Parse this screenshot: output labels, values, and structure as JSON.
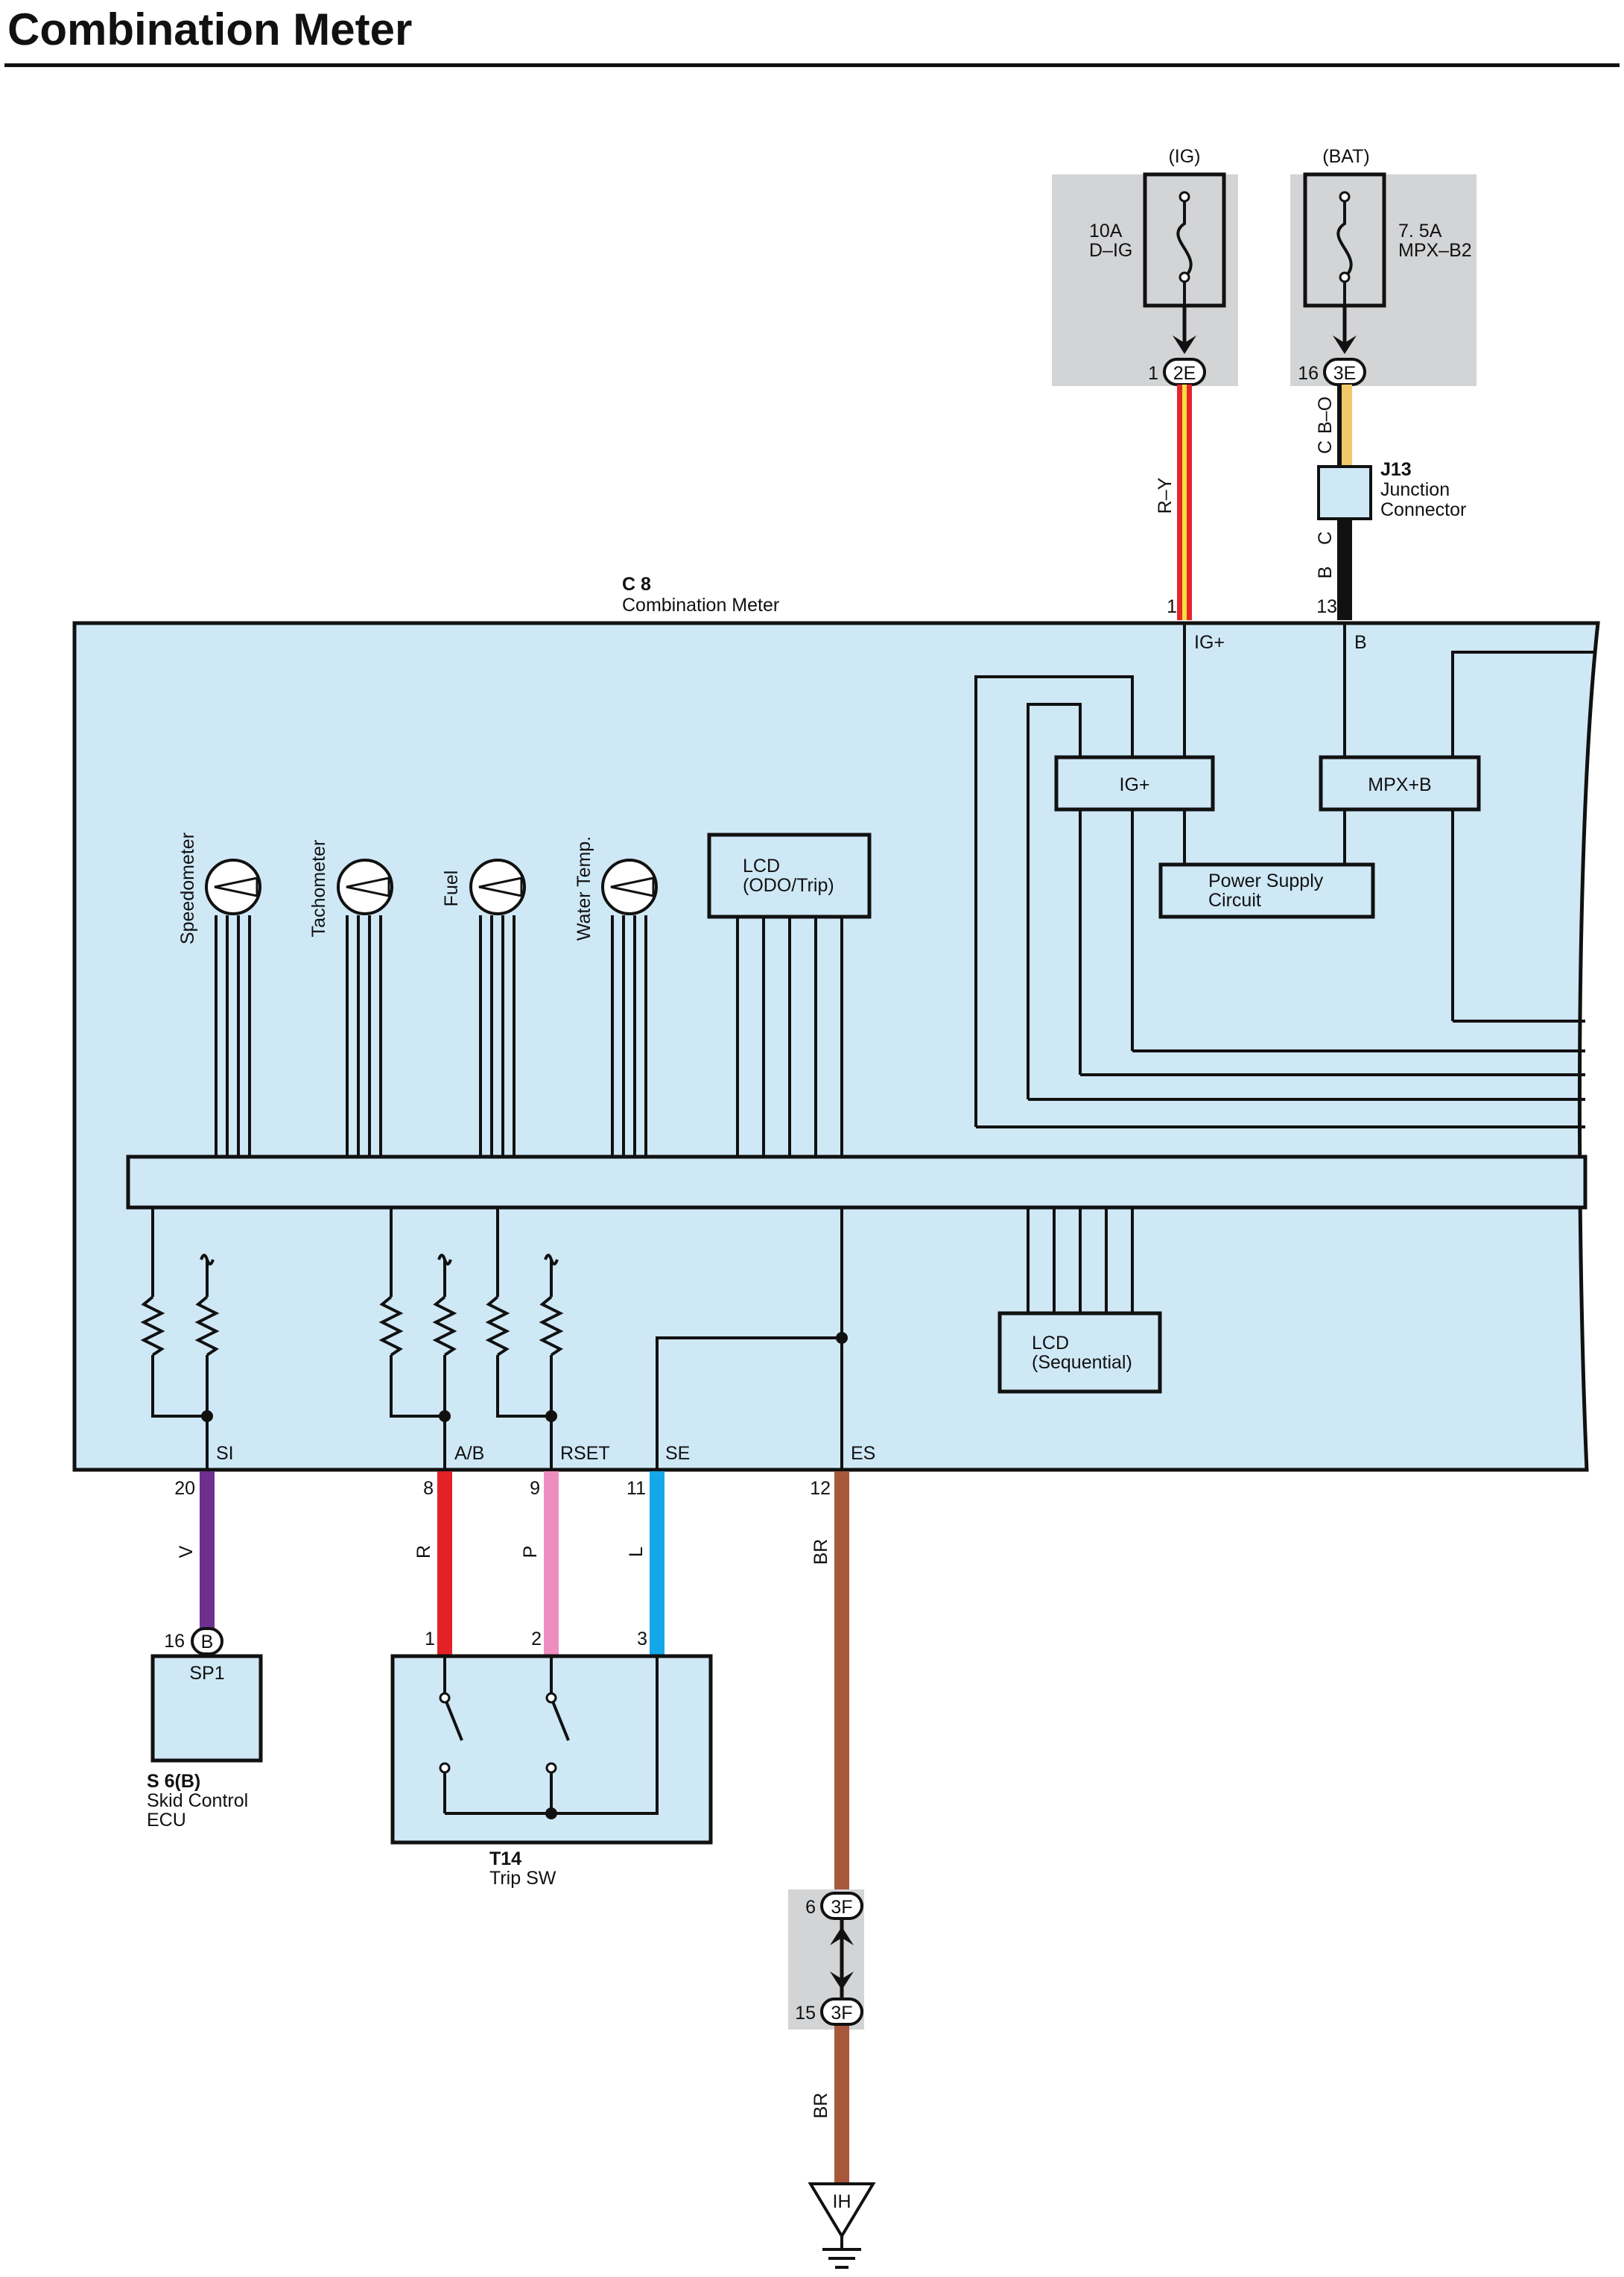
{
  "title": "Combination Meter",
  "colors": {
    "meter_fill": "#cfe8f6",
    "fuse_box_fill": "#d3d4d6",
    "line": "#111111",
    "wire_ig": "#e4262b",
    "wire_ig_stripe": "#f4e03c",
    "wire_bat_stripe": "#f3c868",
    "wire_b": "#111111",
    "wire_v": "#6f2f8f",
    "wire_r": "#e42127",
    "wire_p": "#ee8ec0",
    "wire_l": "#14a8e8",
    "wire_br": "#a8583a"
  },
  "fuses": [
    {
      "circuit": "(IG)",
      "rating": "10A",
      "name": "D–IG",
      "pin": "1",
      "connector": "2E"
    },
    {
      "circuit": "(BAT)",
      "rating": "7. 5A",
      "name": "MPX–B2",
      "pin": "16",
      "connector": "3E"
    }
  ],
  "wires_top": {
    "ig_color_code": "R–Y",
    "bat_codes_upper": [
      "B–O",
      "C"
    ],
    "bat_codes_lower": [
      "C",
      "B"
    ]
  },
  "junction": {
    "id": "J13",
    "name_line1": "Junction",
    "name_line2": "Connector"
  },
  "meter": {
    "id": "C 8",
    "name": "Combination Meter",
    "top_pins": [
      {
        "pin": "1",
        "terminal": "IG+"
      },
      {
        "pin": "13",
        "terminal": "B"
      }
    ],
    "gauges": [
      "Speedometer",
      "Tachometer",
      "Fuel",
      "Water Temp."
    ],
    "lcd_odo_line1": "LCD",
    "lcd_odo_line2": "(ODO/Trip)",
    "lcd_seq_line1": "LCD",
    "lcd_seq_line2": "(Sequential)",
    "ig_block": "IG+",
    "mpx_block": "MPX+B",
    "power_supply_line1": "Power Supply",
    "power_supply_line2": "Circuit",
    "bottom_pins": [
      {
        "terminal": "SI",
        "pin": "20",
        "wire": "V"
      },
      {
        "terminal": "A/B",
        "pin": "8",
        "wire": "R"
      },
      {
        "terminal": "RSET",
        "pin": "9",
        "wire": "P"
      },
      {
        "terminal": "SE",
        "pin": "11",
        "wire": "L"
      },
      {
        "terminal": "ES",
        "pin": "12",
        "wire": "BR"
      }
    ]
  },
  "skid_ecu": {
    "pin": "16",
    "connector": "B",
    "terminal": "SP1",
    "id": "S 6(B)",
    "name_line1": "Skid Control",
    "name_line2": "ECU"
  },
  "trip_sw": {
    "pins": [
      "1",
      "2",
      "3"
    ],
    "id": "T14",
    "name": "Trip SW"
  },
  "ground_connector": {
    "pin_upper": "6",
    "pin_lower": "15",
    "connector": "3F",
    "wire": "BR",
    "ground": "IH"
  }
}
